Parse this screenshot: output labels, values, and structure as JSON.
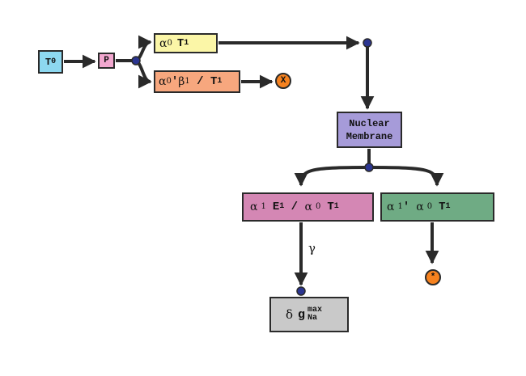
{
  "nodes": {
    "t0": {
      "sym": "T",
      "sub": "0"
    },
    "p": {
      "label": "P"
    },
    "a0t1": {
      "alpha": "α",
      "alpha_sub": "0",
      "t": "T",
      "t_sub": "1"
    },
    "a0b1": {
      "alpha": "α",
      "alpha_sub": "0",
      "prime": "'",
      "beta": "β",
      "beta_sub": "1",
      "sep": " / ",
      "t": "T",
      "t_sub": "1"
    },
    "nuclear_membrane": {
      "line1": "Nuclear",
      "line2": "Membrane"
    },
    "a1e1": {
      "alpha": "α",
      "alpha_sub": "1",
      "e": "E",
      "e_sub": "1",
      "sep": " / ",
      "alpha2": "α",
      "alpha2_sub": "0",
      "t": "T",
      "t_sub": "1"
    },
    "a1p": {
      "alpha": "α",
      "alpha_sub": "1",
      "prime": "'",
      "alpha2": "α",
      "alpha2_sub": "0",
      "t": "T",
      "t_sub": "1"
    },
    "delta": {
      "delta": "δ",
      "g": "g",
      "sup": "max",
      "sub": "Na"
    }
  },
  "terminals": {
    "x": "X",
    "star": "*"
  },
  "edge_labels": {
    "gamma": "γ"
  },
  "colors": {
    "t0": "#8dd8f0",
    "p": "#f2a7cf",
    "a0t1": "#fbf6a7",
    "a0b1": "#f7a77e",
    "nuclear_membrane": "#a69bd9",
    "a1e1": "#d487b4",
    "a1p": "#6fab84",
    "delta": "#c9c9c9",
    "terminal": "#f6821f",
    "junction": "#2b3591",
    "wire": "#2a2a2a"
  }
}
